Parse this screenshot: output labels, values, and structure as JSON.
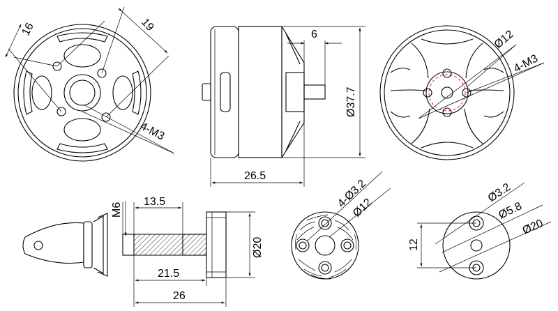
{
  "colors": {
    "line": "#000000",
    "background": "#ffffff",
    "center_circle": "#d22222"
  },
  "labels": {
    "front_dim_16": "16",
    "front_dim_19": "19",
    "front_4m3": "4-M3",
    "side_dim_6": "6",
    "side_dim_377": "Ø37.7",
    "side_dim_265": "26.5",
    "rear_dim_12": "Ø12",
    "rear_4m3": "4-M3",
    "shaft_m6": "M6",
    "shaft_135": "13.5",
    "shaft_215": "21.5",
    "shaft_26": "26",
    "shaft_20": "Ø20",
    "mount_432": "4-Ø3.2",
    "mount_12": "Ø12",
    "plate_32": "Ø3.2",
    "plate_58": "Ø5.8",
    "plate_20": "Ø20",
    "plate_12": "12"
  }
}
